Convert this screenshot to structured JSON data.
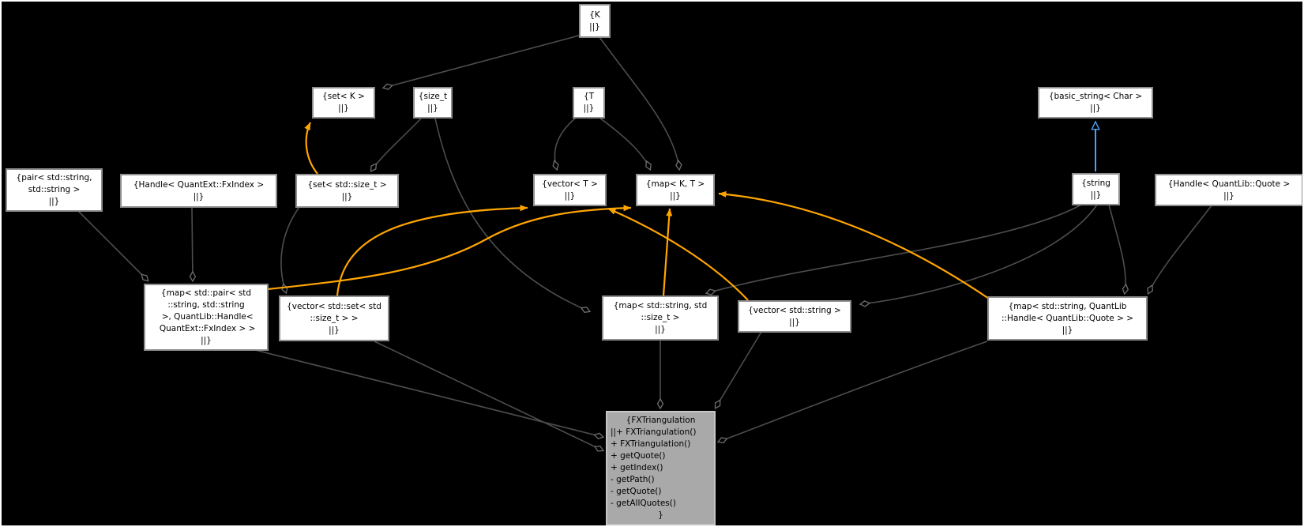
{
  "colors": {
    "canvas_background": "#000000",
    "node_background": "#ffffff",
    "node_border": "#8f8f8f",
    "focus_node_background": "#a9a9a9",
    "focus_node_border": "#c6c6c6",
    "aggregation_edge": "#4d4d4d",
    "template_edge": "#ffa500",
    "inheritance_edge": "#4da1f5"
  },
  "nodes": [
    {
      "id": "k",
      "lines": [
        "{K",
        "||}"
      ]
    },
    {
      "id": "set-k",
      "lines": [
        "{set< K >",
        "||}"
      ]
    },
    {
      "id": "size-t",
      "lines": [
        "{size_t",
        "||}"
      ]
    },
    {
      "id": "t",
      "lines": [
        "{T",
        "||}"
      ]
    },
    {
      "id": "basic-string-char",
      "lines": [
        "{basic_string< Char >",
        "||}"
      ]
    },
    {
      "id": "pair-string-string",
      "lines": [
        "{pair< std::string,",
        "std::string >",
        "||}"
      ]
    },
    {
      "id": "handle-quantext-fxindex",
      "lines": [
        "{Handle< QuantExt::FxIndex >",
        "||}"
      ]
    },
    {
      "id": "set-std-size-t",
      "lines": [
        "{set< std::size_t >",
        "||}"
      ]
    },
    {
      "id": "vector-t",
      "lines": [
        "{vector< T >",
        "||}"
      ]
    },
    {
      "id": "map-k-t",
      "lines": [
        "{map< K, T >",
        "||}"
      ]
    },
    {
      "id": "string",
      "lines": [
        "{string",
        "||}"
      ]
    },
    {
      "id": "handle-quantlib-quote",
      "lines": [
        "{Handle< QuantLib::Quote >",
        "||}"
      ]
    },
    {
      "id": "map-pair-fxindex",
      "lines": [
        "{map< std::pair< std",
        "::string, std::string",
        " >, QuantLib::Handle<",
        " QuantExt::FxIndex > >",
        "||}"
      ]
    },
    {
      "id": "vector-set-size-t",
      "lines": [
        "{vector< std::set< std",
        "::size_t > >",
        "||}"
      ]
    },
    {
      "id": "map-string-size-t",
      "lines": [
        "{map< std::string, std",
        "::size_t >",
        "||}"
      ]
    },
    {
      "id": "vector-string",
      "lines": [
        "{vector< std::string >",
        "||}"
      ]
    },
    {
      "id": "map-string-handle-quote",
      "lines": [
        "{map< std::string, QuantLib",
        "::Handle< QuantLib::Quote > >",
        "||}"
      ]
    },
    {
      "id": "fxtriangulation",
      "lines": [
        "{FXTriangulation",
        "||+ FXTriangulation()",
        "+ FXTriangulation()",
        "+ getQuote()",
        "+ getIndex()",
        "- getPath()",
        "- getQuote()",
        "- getAllQuotes()",
        "}"
      ]
    }
  ],
  "relationships": [
    {
      "from": "set-k",
      "to": "k",
      "type": "aggregation"
    },
    {
      "from": "map-k-t",
      "to": "k",
      "type": "aggregation"
    },
    {
      "from": "vector-t",
      "to": "t",
      "type": "aggregation"
    },
    {
      "from": "map-k-t",
      "to": "t",
      "type": "aggregation"
    },
    {
      "from": "set-std-size-t",
      "to": "size-t",
      "type": "aggregation"
    },
    {
      "from": "map-string-size-t",
      "to": "size-t",
      "type": "aggregation"
    },
    {
      "from": "map-pair-fxindex",
      "to": "pair-string-string",
      "type": "aggregation"
    },
    {
      "from": "map-pair-fxindex",
      "to": "handle-quantext-fxindex",
      "type": "aggregation"
    },
    {
      "from": "vector-set-size-t",
      "to": "set-std-size-t",
      "type": "aggregation"
    },
    {
      "from": "map-string-size-t",
      "to": "string",
      "type": "aggregation"
    },
    {
      "from": "vector-string",
      "to": "string",
      "type": "aggregation"
    },
    {
      "from": "map-string-handle-quote",
      "to": "string",
      "type": "aggregation"
    },
    {
      "from": "map-string-handle-quote",
      "to": "handle-quantlib-quote",
      "type": "aggregation"
    },
    {
      "from": "fxtriangulation",
      "to": "map-pair-fxindex",
      "type": "aggregation"
    },
    {
      "from": "fxtriangulation",
      "to": "vector-set-size-t",
      "type": "aggregation"
    },
    {
      "from": "fxtriangulation",
      "to": "map-string-size-t",
      "type": "aggregation"
    },
    {
      "from": "fxtriangulation",
      "to": "vector-string",
      "type": "aggregation"
    },
    {
      "from": "fxtriangulation",
      "to": "map-string-handle-quote",
      "type": "aggregation"
    },
    {
      "from": "set-std-size-t",
      "to": "set-k",
      "type": "template-instance"
    },
    {
      "from": "vector-set-size-t",
      "to": "vector-t",
      "type": "template-instance"
    },
    {
      "from": "map-pair-fxindex",
      "to": "map-k-t",
      "type": "template-instance"
    },
    {
      "from": "map-string-size-t",
      "to": "map-k-t",
      "type": "template-instance"
    },
    {
      "from": "vector-string",
      "to": "vector-t",
      "type": "template-instance"
    },
    {
      "from": "map-string-handle-quote",
      "to": "map-k-t",
      "type": "template-instance"
    },
    {
      "from": "string",
      "to": "basic-string-char",
      "type": "inheritance"
    }
  ]
}
